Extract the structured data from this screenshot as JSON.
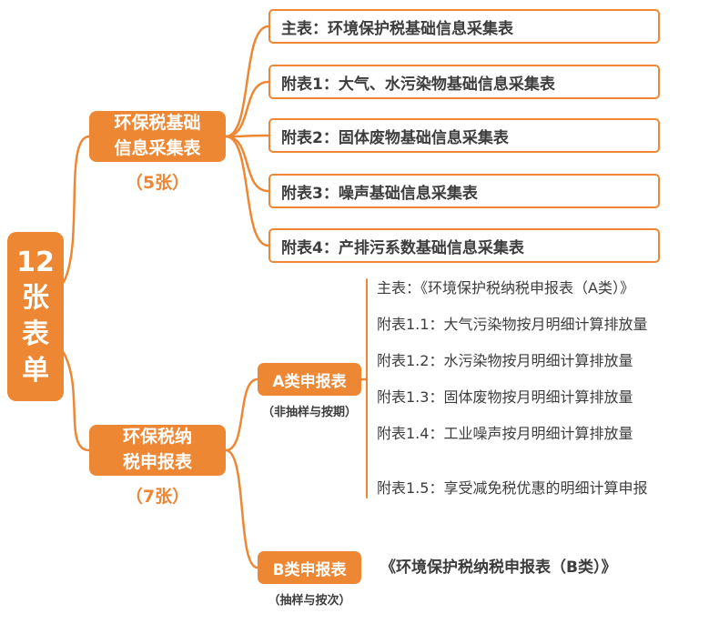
{
  "colors": {
    "accent": "#ED8733",
    "node_text": "#FFFFFF",
    "item_text": "#3D3D3D",
    "background": "#FFFFFF"
  },
  "root": {
    "label": "12\n张\n表\n单"
  },
  "branches": [
    {
      "label": "环保税基础\n信息采集表",
      "count": "（5张）",
      "items": [
        "主表：环境保护税基础信息采集表",
        "附表1：大气、水污染物基础信息采集表",
        "附表2：固体废物基础信息采集表",
        "附表3：噪声基础信息采集表",
        "附表4：产排污系数基础信息采集表"
      ]
    },
    {
      "label": "环保税纳\n税申报表",
      "count": "（7张）",
      "children": [
        {
          "label": "A类申报表",
          "note": "（非抽样与按期）",
          "items": [
            "主表：《环境保护税纳税申报表（A类）》",
            "附表1.1：大气污染物按月明细计算排放量",
            "附表1.2：水污染物按月明细计算排放量",
            "附表1.3：固体废物按月明细计算排放量",
            "附表1.4：工业噪声按月明细计算排放量",
            "附表1.5：享受减免税优惠的明细计算申报"
          ]
        },
        {
          "label": "B类申报表",
          "note": "（抽样与按次）",
          "items": [
            "《环境保护税纳税申报表（B类）》"
          ]
        }
      ]
    }
  ]
}
